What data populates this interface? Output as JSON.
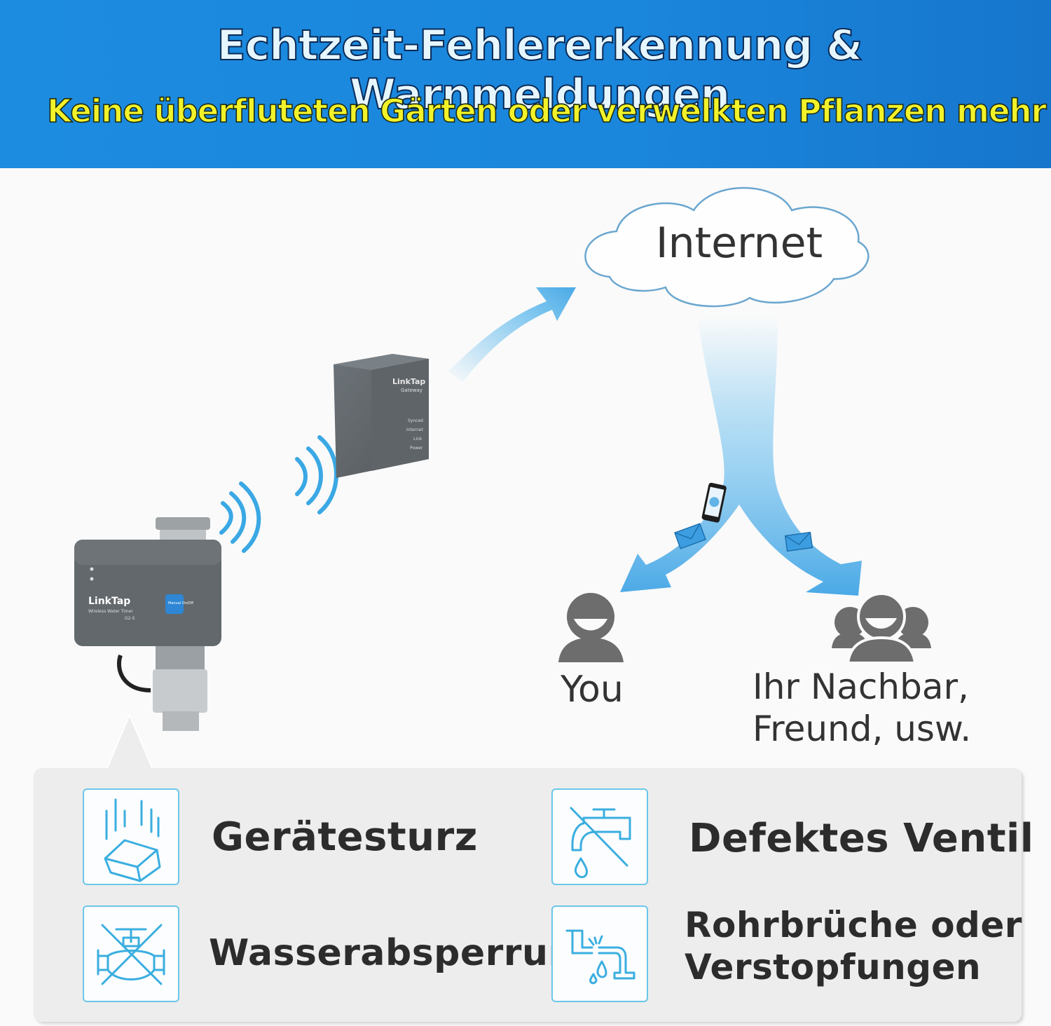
{
  "header": {
    "title": "Echtzeit-Fehlererkennung & Warnmeldungen",
    "subtitle": "Keine überfluteten Gärten oder verwelkten Pflanzen mehr"
  },
  "diagram": {
    "cloud_label": "Internet",
    "you_label": "You",
    "neighbor_label_line1": "Ihr Nachbar,",
    "neighbor_label_line2": "Freund, usw.",
    "gateway": {
      "brand": "LinkTap",
      "model": "Gateway",
      "leds": [
        "Synced",
        "Internet",
        "Link",
        "Power"
      ]
    },
    "timer": {
      "brand": "LinkTap",
      "product": "Wireless Water Timer",
      "model": "G2-S",
      "button": "Manual On/Off"
    },
    "colors": {
      "arrow": "#5db8ec",
      "icon_stroke": "#3aaee0",
      "person": "#6d6d6d"
    }
  },
  "alerts": {
    "items": [
      {
        "icon": "falling-cube-icon",
        "label": "Gerätesturz"
      },
      {
        "icon": "broken-faucet-icon",
        "label": "Defektes Ventil"
      },
      {
        "icon": "blocked-valve-icon",
        "label": "Wasserabsperrung"
      },
      {
        "icon": "leaking-pipe-icon",
        "label_line1": "Rohrbrüche oder",
        "label_line2": "Verstopfungen"
      }
    ]
  }
}
